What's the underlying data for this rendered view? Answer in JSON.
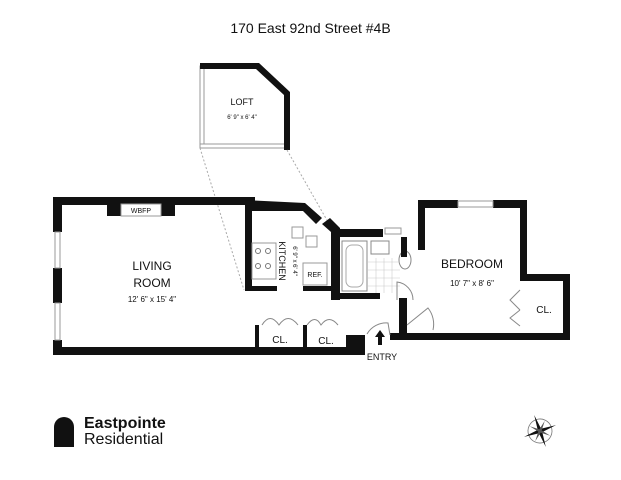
{
  "title": "170 East 92nd Street #4B",
  "rooms": {
    "loft": {
      "name": "LOFT",
      "dims": "6' 9\" x 6' 4\""
    },
    "living": {
      "name1": "LIVING",
      "name2": "ROOM",
      "dims": "12' 6\" x 15' 4\""
    },
    "kitchen": {
      "name": "KITCHEN",
      "dims": "6' 9\" x 6' 4\""
    },
    "bedroom": {
      "name": "BEDROOM",
      "dims": "10' 7\" x 8' 6\""
    }
  },
  "labels": {
    "wbfp": "WBFP",
    "ref": "REF.",
    "closet": "CL.",
    "entry": "ENTRY"
  },
  "brand": {
    "line1": "Eastpointe",
    "line2": "Residential"
  }
}
